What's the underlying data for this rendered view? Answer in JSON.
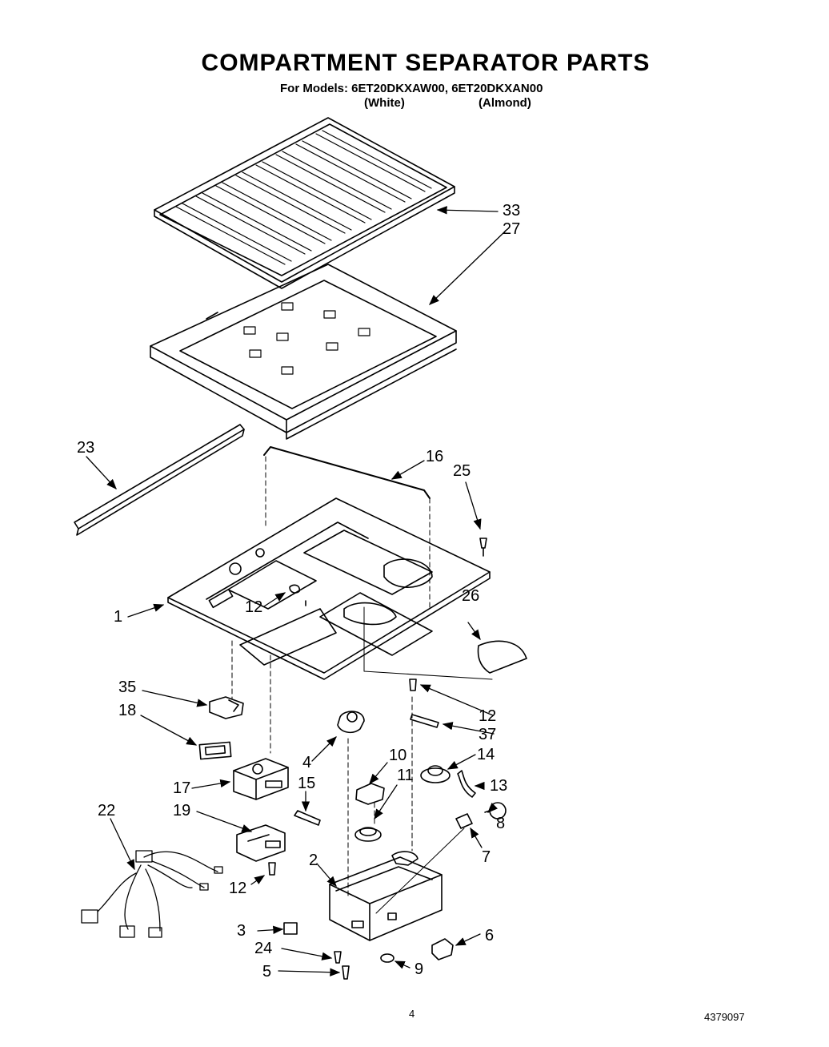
{
  "header": {
    "title": "COMPARTMENT SEPARATOR PARTS",
    "models_line": "For Models: 6ET20DKXAW00, 6ET20DKXAN00",
    "variant_white": "(White)",
    "variant_almond": "(Almond)"
  },
  "callouts": [
    "33",
    "27",
    "23",
    "16",
    "25",
    "1",
    "12",
    "26",
    "35",
    "18",
    "12",
    "37",
    "4",
    "10",
    "14",
    "15",
    "11",
    "13",
    "17",
    "19",
    "22",
    "8",
    "7",
    "2",
    "12",
    "3",
    "24",
    "6",
    "5",
    "9"
  ],
  "footer": {
    "page_number": "4",
    "doc_number": "4379097"
  }
}
